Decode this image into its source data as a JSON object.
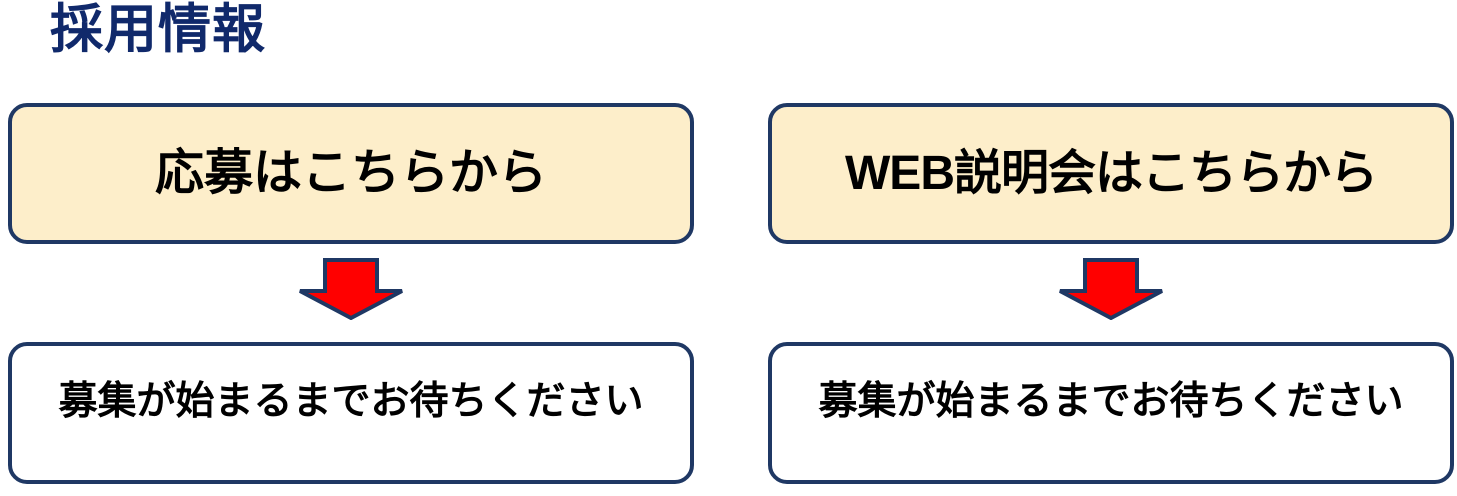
{
  "page": {
    "title": "採用情報",
    "background_color": "#ffffff"
  },
  "colors": {
    "title_navy": "#10296b",
    "border_navy": "#1f3864",
    "cta_fill_cream": "#fdeeca",
    "status_fill_white": "#ffffff",
    "arrow_red": "#ff0000",
    "text_black": "#000000"
  },
  "columns": [
    {
      "cta": {
        "label": "応募はこちらから",
        "fill": "#fdeeca",
        "border": "#1f3864"
      },
      "arrow": {
        "icon": "arrow-down-icon",
        "fill": "#ff0000",
        "stroke": "#1f3864"
      },
      "status": {
        "label": "募集が始まるまでお待ちください",
        "fill": "#ffffff",
        "border": "#1f3864"
      }
    },
    {
      "cta": {
        "label": "WEB説明会はこちらから",
        "fill": "#fdeeca",
        "border": "#1f3864"
      },
      "arrow": {
        "icon": "arrow-down-icon",
        "fill": "#ff0000",
        "stroke": "#1f3864"
      },
      "status": {
        "label": "募集が始まるまでお待ちください",
        "fill": "#ffffff",
        "border": "#1f3864"
      }
    }
  ]
}
